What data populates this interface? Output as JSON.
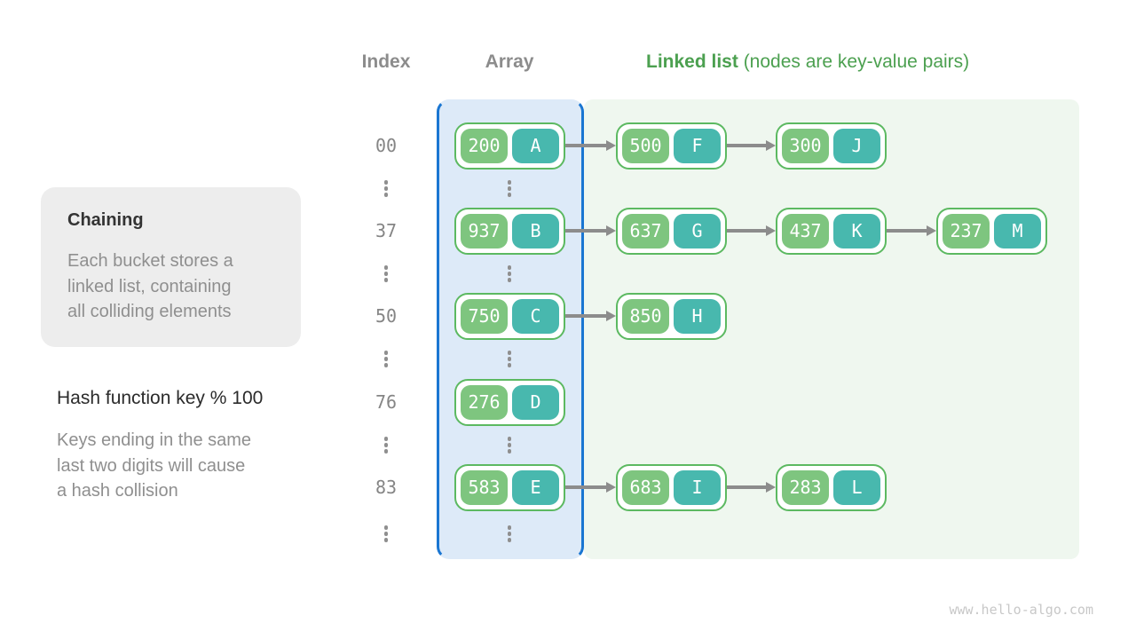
{
  "header": {
    "index": "Index",
    "array": "Array",
    "linked_list_bold": "Linked list",
    "linked_list_note": " (nodes are key-value pairs)"
  },
  "sidebar": {
    "box_title": "Chaining",
    "box_body": "Each bucket stores a\nlinked list, containing\nall colliding elements",
    "hash_fn": "Hash function key % 100",
    "hash_note": "Keys ending in the same\nlast two digits will cause\na hash collision"
  },
  "rows": [
    {
      "index": "00",
      "nodes": [
        {
          "key": "200",
          "value": "A"
        },
        {
          "key": "500",
          "value": "F"
        },
        {
          "key": "300",
          "value": "J"
        }
      ]
    },
    {
      "index": "37",
      "nodes": [
        {
          "key": "937",
          "value": "B"
        },
        {
          "key": "637",
          "value": "G"
        },
        {
          "key": "437",
          "value": "K"
        },
        {
          "key": "237",
          "value": "M"
        }
      ]
    },
    {
      "index": "50",
      "nodes": [
        {
          "key": "750",
          "value": "C"
        },
        {
          "key": "850",
          "value": "H"
        }
      ]
    },
    {
      "index": "76",
      "nodes": [
        {
          "key": "276",
          "value": "D"
        }
      ]
    },
    {
      "index": "83",
      "nodes": [
        {
          "key": "583",
          "value": "E"
        },
        {
          "key": "683",
          "value": "I"
        },
        {
          "key": "283",
          "value": "L"
        }
      ]
    }
  ],
  "footer": {
    "watermark": "www.hello-algo.com"
  },
  "colors": {
    "key_green": "#7ec57f",
    "value_teal": "#48b8ae",
    "node_border": "#5cb961",
    "array_bg": "#ddeaf8",
    "array_border": "#1a76d2",
    "list_bg": "#eff7ef",
    "arrow_gray": "#8c8c8c",
    "index_gray": "#858585",
    "header_gray": "#8c8c8c",
    "header_green": "#4ca050",
    "box_bg": "#ededed",
    "title_dark": "#333333",
    "text_dark": "#2b2b2b",
    "body_gray": "#8f8f8f",
    "dots_gray": "#8f8f8f",
    "watermark_gray": "#c8c8c8"
  }
}
